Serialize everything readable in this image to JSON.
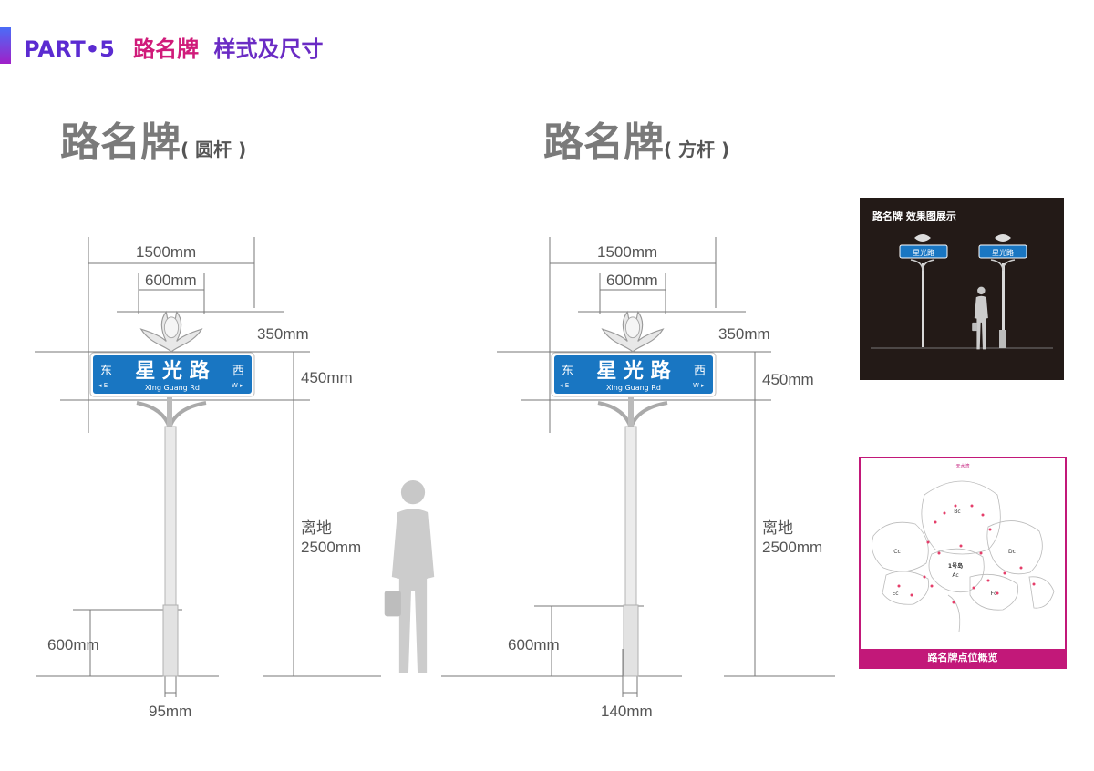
{
  "header": {
    "part": "PART•5",
    "title_main": "路名牌",
    "title_rest": "样式及尺寸"
  },
  "left": {
    "title": "路名牌",
    "subtitle": "( 圆杆 )",
    "dims": {
      "width_total": "1500mm",
      "width_top": "600mm",
      "ornament_h": "350mm",
      "sign_h": "450mm",
      "ground_label": "离地",
      "ground_value": "2500mm",
      "base_h": "600mm",
      "pole_d": "95mm"
    }
  },
  "right": {
    "title": "路名牌",
    "subtitle": "( 方杆 )",
    "dims": {
      "width_total": "1500mm",
      "width_top": "600mm",
      "ornament_h": "350mm",
      "sign_h": "450mm",
      "ground_label": "离地",
      "ground_value": "2500mm",
      "base_h": "600mm",
      "pole_d": "140mm"
    }
  },
  "sign": {
    "east": "东",
    "east_en": "◂ E",
    "name": "星 光 路",
    "name_en": "Xing  Guang  Rd",
    "west": "西",
    "west_en": "W ▸"
  },
  "photo": {
    "title": "路名牌 效果图展示",
    "sign_name": "星光路"
  },
  "map": {
    "top_label": "天水湾",
    "footer": "路名牌点位概览",
    "zones": [
      "Bc",
      "Cc",
      "Dc",
      "1号岛",
      "Ac",
      "Ec",
      "Fc"
    ]
  },
  "colors": {
    "sign_blue": "#1976c2",
    "accent_magenta": "#c21879"
  }
}
